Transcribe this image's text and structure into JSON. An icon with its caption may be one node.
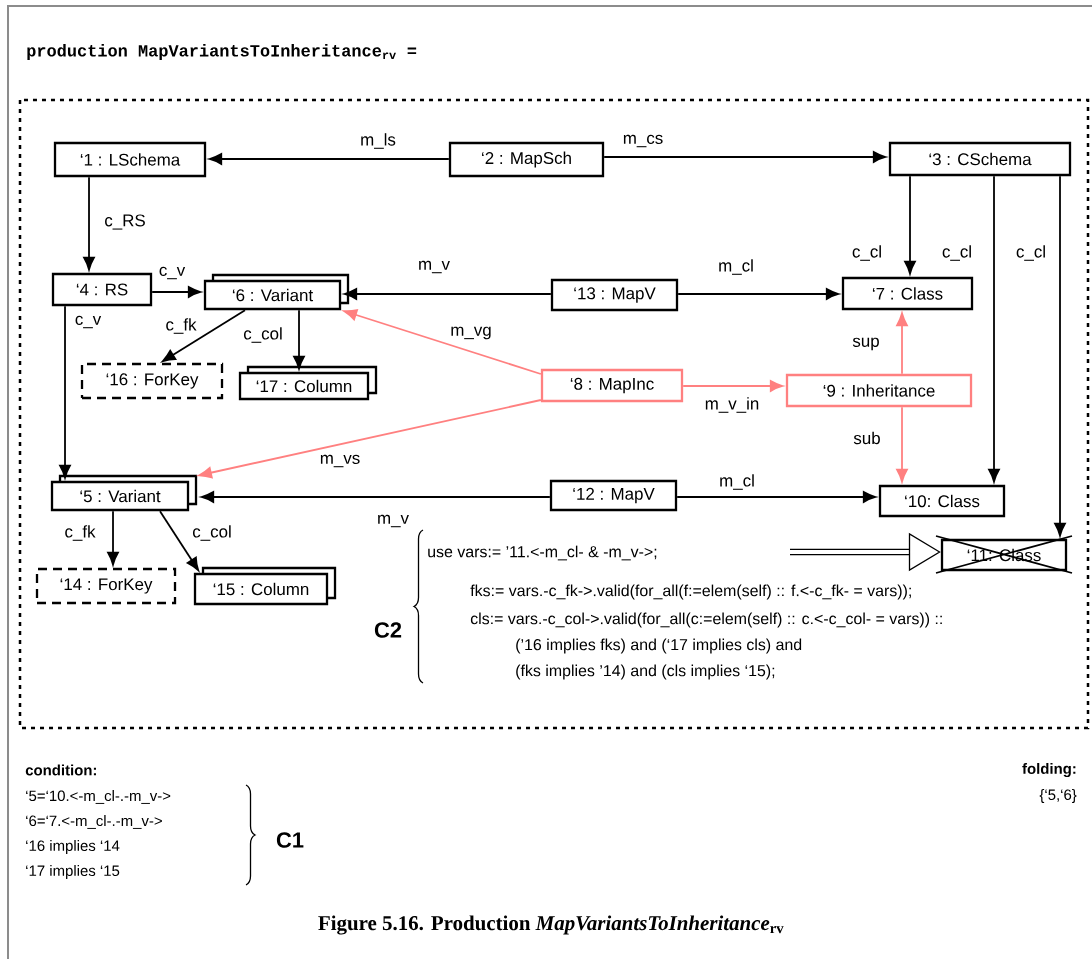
{
  "diagram": {
    "title": "production MapVariantsToInheritance$_{rv}$ =",
    "caption": "Figure 5.16. Production *MapVariantsToInheritance*$_{rv}$",
    "nodes": [
      {
        "text": [
          "‘1 : LSchema"
        ]
      },
      {
        "text": [
          "‘2 : MapSch"
        ]
      },
      {
        "text": [
          "‘3 : CSchema"
        ]
      },
      {
        "text": [
          "‘4 : RS"
        ]
      },
      {
        "text": [
          "‘6 : Variant"
        ]
      },
      {
        "text": [
          "‘13 : MapV"
        ]
      },
      {
        "text": [
          "‘7 : Class"
        ]
      },
      {
        "text": [
          "‘16 : ForKey"
        ]
      },
      {
        "text": [
          "‘17 : Column"
        ]
      },
      {
        "text": [
          "‘8 : MapInc"
        ]
      },
      {
        "text": [
          "‘9 : Inheritance"
        ]
      },
      {
        "text": [
          "‘5 : Variant"
        ]
      },
      {
        "text": [
          "‘12 : MapV"
        ]
      },
      {
        "text": [
          "‘10: Class"
        ]
      },
      {
        "text": [
          "‘14 : ForKey"
        ]
      },
      {
        "text": [
          "‘15 : Column"
        ]
      },
      {
        "text": [
          "‘11: Class"
        ]
      }
    ],
    "edges": [
      {
        "from": 1,
        "to": 0,
        "arrow": "to",
        "label": "m_ls"
      },
      {
        "from": 1,
        "to": 2,
        "arrow": "to",
        "label": "m_cs"
      },
      {
        "from": 0,
        "to": 3,
        "arrow": "to",
        "label": "c_RS"
      },
      {
        "from": 3,
        "to": 4,
        "arrow": "to",
        "label": "c_v"
      },
      {
        "from": 3,
        "to": 11,
        "arrow": "to",
        "label": "c_v"
      },
      {
        "from": 4,
        "to": 7,
        "arrow": "to",
        "label": "c_fk"
      },
      {
        "from": 4,
        "to": 8,
        "arrow": "to",
        "label": "c_col"
      },
      {
        "from": 5,
        "to": 4,
        "arrow": "to",
        "label": "m_v"
      },
      {
        "from": 5,
        "to": 6,
        "arrow": "to",
        "label": "m_cl"
      },
      {
        "from": 2,
        "to": 6,
        "arrow": "to",
        "label": "c_cl"
      },
      {
        "from": 2,
        "to": 13,
        "arrow": "to",
        "label": "c_cl"
      },
      {
        "from": 2,
        "to": 16,
        "arrow": "to",
        "label": "c_cl"
      },
      {
        "from": 9,
        "to": 4,
        "arrow": "to",
        "label": "m_vg",
        "color": "#ff8080"
      },
      {
        "from": 9,
        "to": 11,
        "arrow": "to",
        "label": "m_vs",
        "color": "#ff8080"
      },
      {
        "from": 9,
        "to": 10,
        "arrow": "to",
        "label": "m_v_in",
        "color": "#ff8080"
      },
      {
        "from": 10,
        "to": 6,
        "arrow": "to",
        "label": "sup",
        "color": "#ff8080"
      },
      {
        "from": 10,
        "to": 13,
        "arrow": "to",
        "label": "sub",
        "color": "#ff8080"
      },
      {
        "from": 12,
        "to": 11,
        "arrow": "to",
        "label": "m_v"
      },
      {
        "from": 12,
        "to": 13,
        "arrow": "to",
        "label": "m_cl"
      },
      {
        "from": 11,
        "to": 14,
        "arrow": "to",
        "label": "c_fk"
      },
      {
        "from": 11,
        "to": 15,
        "arrow": "to",
        "label": "c_col"
      },
      {
        "from": null,
        "to": 16,
        "arrow": "to",
        "style": "thick"
      }
    ],
    "labels": [
      "C2",
      "use vars:= ’11.<-m_cl- & -m_v->;",
      "fks:= vars.-c_fk->.valid(for_all(f:=elem(self) :: f.<-c_fk- = vars));",
      "cls:= vars.-c_col->.valid(for_all(c:=elem(self) :: c.<-c_col- = vars)) ::",
      "(’16 implies fks) and (‘17 implies cls) and",
      "(fks implies ’14) and (cls implies ‘15);",
      "condition:",
      "folding:",
      "‘5=‘10.<-m_cl-.-m_v->",
      "{‘5,‘6}",
      "‘6=‘7.<-m_cl-.-m_v->",
      "‘16 implies ‘14",
      "‘17 implies ‘15",
      "C1"
    ]
  }
}
